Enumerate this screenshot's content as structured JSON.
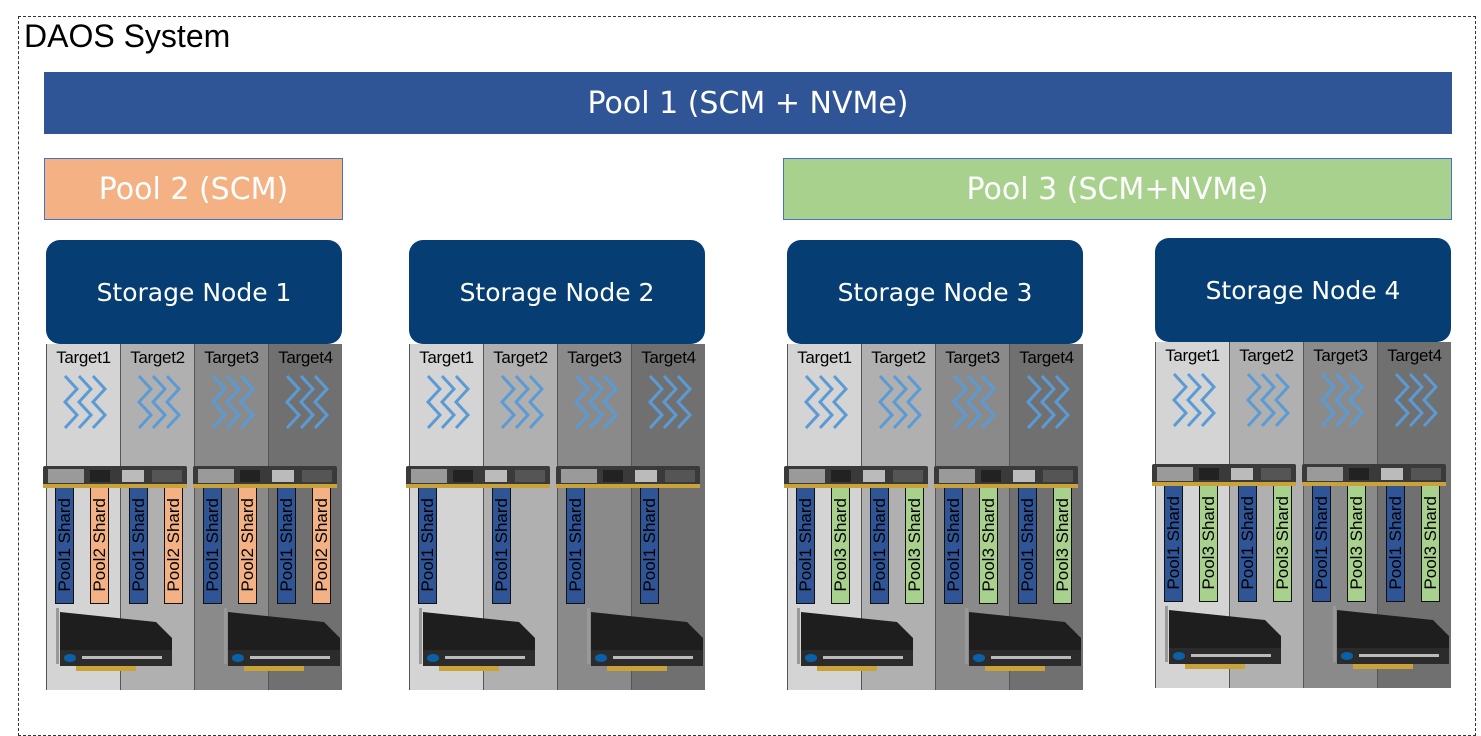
{
  "system_title": "DAOS System",
  "pools": {
    "pool1": "Pool 1 (SCM + NVMe)",
    "pool2": "Pool 2 (SCM)",
    "pool3": "Pool 3 (SCM+NVMe)"
  },
  "colors": {
    "pool1": "#2f5597",
    "pool2": "#f4b183",
    "pool3": "#a9d18e",
    "node": "#063e74",
    "zigzag": "#5b9bd5"
  },
  "nodes": [
    {
      "name": "Storage Node 1",
      "targets": [
        "Target1",
        "Target2",
        "Target3",
        "Target4"
      ],
      "shards": [
        "Pool1 Shard",
        "Pool2 Shard",
        "Pool1 Shard",
        "Pool2 Shard",
        "Pool1 Shard",
        "Pool2 Shard",
        "Pool1 Shard",
        "Pool2 Shard"
      ]
    },
    {
      "name": "Storage Node 2",
      "targets": [
        "Target1",
        "Target2",
        "Target3",
        "Target4"
      ],
      "shards": [
        "Pool1 Shard",
        "Pool1 Shard",
        "Pool1 Shard",
        "Pool1 Shard"
      ]
    },
    {
      "name": "Storage Node 3",
      "targets": [
        "Target1",
        "Target2",
        "Target3",
        "Target4"
      ],
      "shards": [
        "Pool1 Shard",
        "Pool3 Shard",
        "Pool1 Shard",
        "Pool3 Shard",
        "Pool1 Shard",
        "Pool3 Shard",
        "Pool1 Shard",
        "Pool3 Shard"
      ]
    },
    {
      "name": "Storage Node 4",
      "targets": [
        "Target1",
        "Target2",
        "Target3",
        "Target4"
      ],
      "shards": [
        "Pool1 Shard",
        "Pool3 Shard",
        "Pool1 Shard",
        "Pool3 Shard",
        "Pool1 Shard",
        "Pool3 Shard",
        "Pool1 Shard",
        "Pool3 Shard"
      ]
    }
  ],
  "icons": {
    "scm": "optane-dimm-icon",
    "nvme": "optane-ssd-card-icon",
    "io": "zigzag-arrow-icon"
  }
}
